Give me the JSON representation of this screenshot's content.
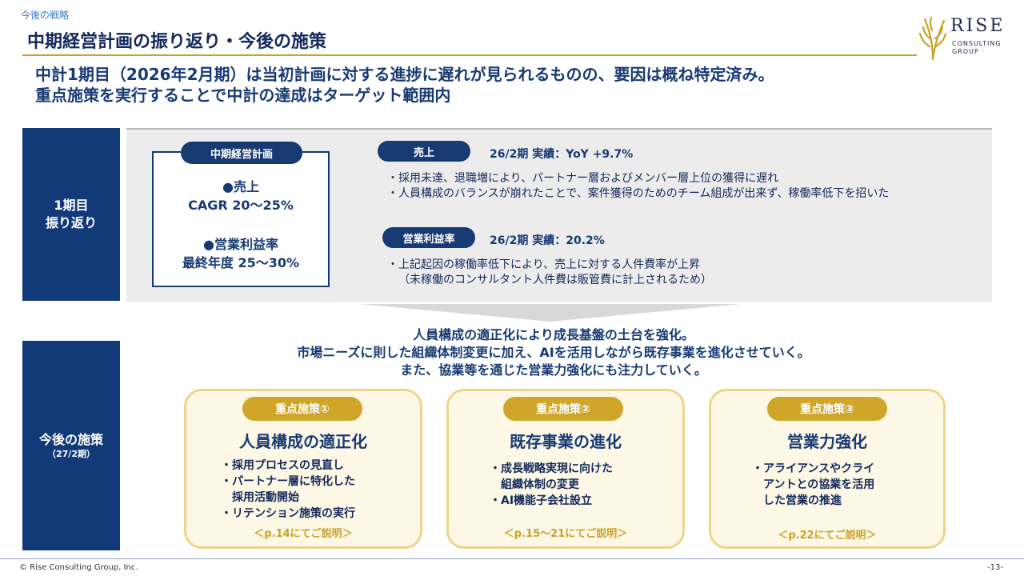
{
  "header": {
    "section_label": "今後の戦略",
    "title": "中期経営計画の振り返り・今後の施策",
    "logo": {
      "name": "RISE",
      "sub1": "CONSULTING",
      "sub2": "GROUP"
    }
  },
  "headline": {
    "line1": "中計1期目（2026年2月期）は当初計画に対する進捗に遅れが見られるものの、要因は概ね特定済み。",
    "line2": "重点施策を実行することで中計の達成はターゲット範囲内"
  },
  "review": {
    "label_line1": "1期目",
    "label_line2": "振り返り",
    "plan": {
      "pill": "中期経営計画",
      "sales_label": "●売上",
      "sales_value": "CAGR 20～25%",
      "margin_label": "●営業利益率",
      "margin_value": "最終年度 25～30%"
    },
    "sales": {
      "pill": "売上",
      "result": "26/2期 実績：YoY +9.7%",
      "bullets": [
        "・採用未達、退職増により、パートナー層およびメンバー層上位の獲得に遅れ",
        "・人員構成のバランスが崩れたことで、案件獲得のためのチーム組成が出来ず、稼働率低下を招いた"
      ]
    },
    "margin": {
      "pill": "営業利益率",
      "result": "26/2期 実績：20.2%",
      "bullets": [
        "・上記起因の稼働率低下により、売上に対する人件費率が上昇",
        "（未稼働のコンサルタント人件費は販管費に計上されるため）"
      ]
    }
  },
  "message": {
    "line1": "人員構成の適正化により成長基盤の土台を強化。",
    "line2": "市場ニーズに則した組織体制変更に加え、AIを活用しながら既存事業を進化させていく。",
    "line3": "また、協業等を通じた営業力強化にも注力していく。"
  },
  "future": {
    "label_line1": "今後の施策",
    "label_line2": "（27/2期）",
    "cards": [
      {
        "pill": "重点施策①",
        "title": "人員構成の適正化",
        "bullets": [
          "・採用プロセスの見直し",
          "・パートナー層に特化した",
          "　採用活動開始",
          "・リテンション施策の実行"
        ],
        "ref": "＜p.14にてご説明＞"
      },
      {
        "pill": "重点施策②",
        "title": "既存事業の進化",
        "bullets": [
          "・成長戦略実現に向けた",
          "　組織体制の変更",
          "・AI機能子会社設立"
        ],
        "ref": "＜p.15～21にてご説明＞"
      },
      {
        "pill": "重点施策③",
        "title": "営業力強化",
        "bullets": [
          "・アライアンスやクライ",
          "　アントとの協業を活用",
          "　した営業の推進"
        ],
        "ref": "＜p.22にてご説明＞"
      }
    ]
  },
  "footer": {
    "copyright": "© Rise Consulting Group, Inc.",
    "page": "-13-"
  }
}
